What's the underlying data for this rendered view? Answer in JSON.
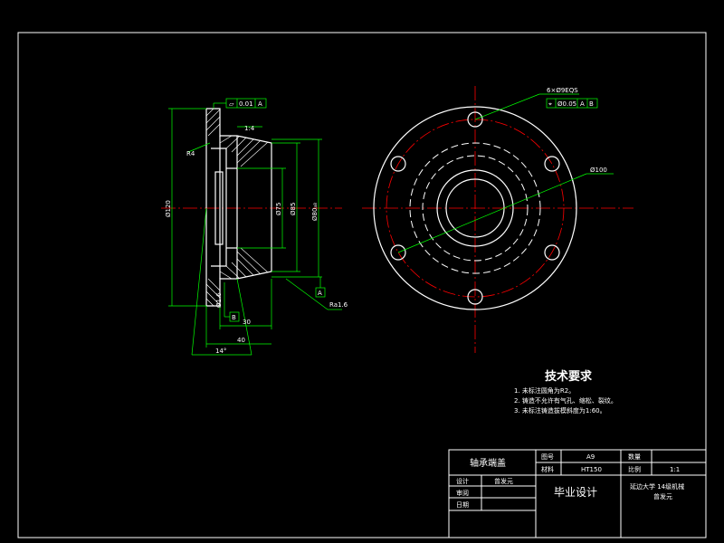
{
  "colors": {
    "background": "#000000",
    "frame": "#ffffff",
    "outline": "#ffffff",
    "dimension": "#00ff00",
    "centerline": "#ff0000",
    "hidden": "#ffffff",
    "leader": "#00ff00"
  },
  "side_view": {
    "labels": {
      "tol_flatness_sym": "▱",
      "tol_flatness_val": "0.01",
      "tol_flatness_ref": "A",
      "taper": "1:4",
      "radius": "R4",
      "dia_120": "Ø120",
      "dia_85": "Ø85",
      "dia_75": "Ø75",
      "dia_80": "Ø80ₐ₈",
      "chamfer": "Ø1.6",
      "datum_a": "A",
      "datum_b": "B",
      "roughness": "Ra1.6",
      "len_30": "30",
      "len_40": "40",
      "angle_14": "14°"
    }
  },
  "front_view": {
    "labels": {
      "holes": "6×Ø9EQS",
      "position_sym": "⌖",
      "position_val": "Ø0.05",
      "position_ref1": "A",
      "position_ref2": "B",
      "pcd": "Ø100"
    }
  },
  "tech_req": {
    "title": "技术要求",
    "items": [
      "1. 未标注圆角为R2。",
      "2. 铸造不允许有气孔、缩松、裂纹。",
      "3. 未标注铸造拔模斜度为1:60。"
    ]
  },
  "title_block": {
    "part_name": "轴承端盖",
    "drawing_no_label": "图号",
    "drawing_no": "A9",
    "quantity_label": "数量",
    "quantity": "",
    "material_label": "材料",
    "material": "HT150",
    "scale_label": "比例",
    "scale": "1:1",
    "design_label": "设计",
    "designer": "曾发元",
    "review_label": "审阅",
    "reviewer": "",
    "date_label": "日期",
    "date": "",
    "project": "毕业设计",
    "school_line1": "延边大学 14级机械",
    "school_line2": "曾发元"
  }
}
